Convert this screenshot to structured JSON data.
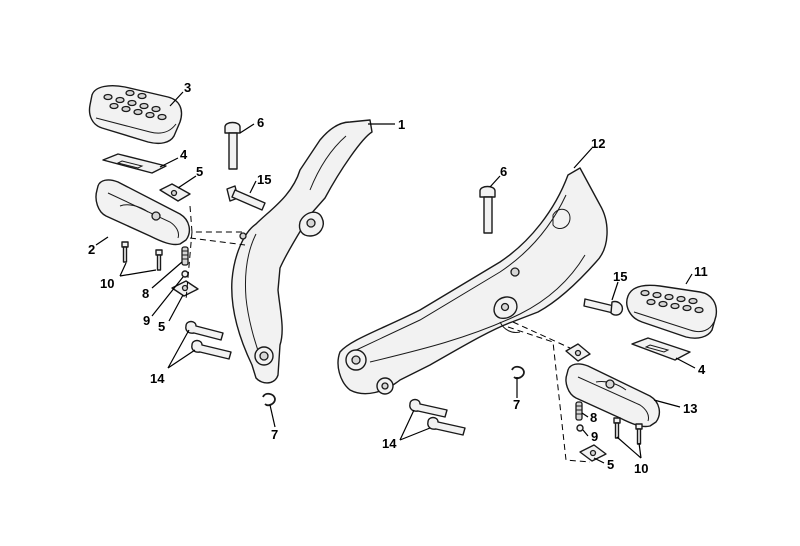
{
  "diagram": {
    "type": "exploded-parts-view",
    "callouts": [
      {
        "id": "c1",
        "label": "1"
      },
      {
        "id": "c2",
        "label": "2"
      },
      {
        "id": "c3",
        "label": "3"
      },
      {
        "id": "c4-left",
        "label": "4"
      },
      {
        "id": "c5-left-top",
        "label": "5"
      },
      {
        "id": "c5-left-bottom",
        "label": "5"
      },
      {
        "id": "c6-left",
        "label": "6"
      },
      {
        "id": "c7-left",
        "label": "7"
      },
      {
        "id": "c8-left",
        "label": "8"
      },
      {
        "id": "c9-left",
        "label": "9"
      },
      {
        "id": "c10-left",
        "label": "10"
      },
      {
        "id": "c14-left",
        "label": "14"
      },
      {
        "id": "c15-left",
        "label": "15"
      },
      {
        "id": "c12",
        "label": "12"
      },
      {
        "id": "c6-right",
        "label": "6"
      },
      {
        "id": "c11",
        "label": "11"
      },
      {
        "id": "c15-right",
        "label": "15"
      },
      {
        "id": "c4-right",
        "label": "4"
      },
      {
        "id": "c13",
        "label": "13"
      },
      {
        "id": "c7-right",
        "label": "7"
      },
      {
        "id": "c8-right",
        "label": "8"
      },
      {
        "id": "c9-right",
        "label": "9"
      },
      {
        "id": "c5-right",
        "label": "5"
      },
      {
        "id": "c10-right",
        "label": "10"
      },
      {
        "id": "c14-right",
        "label": "14"
      }
    ]
  }
}
